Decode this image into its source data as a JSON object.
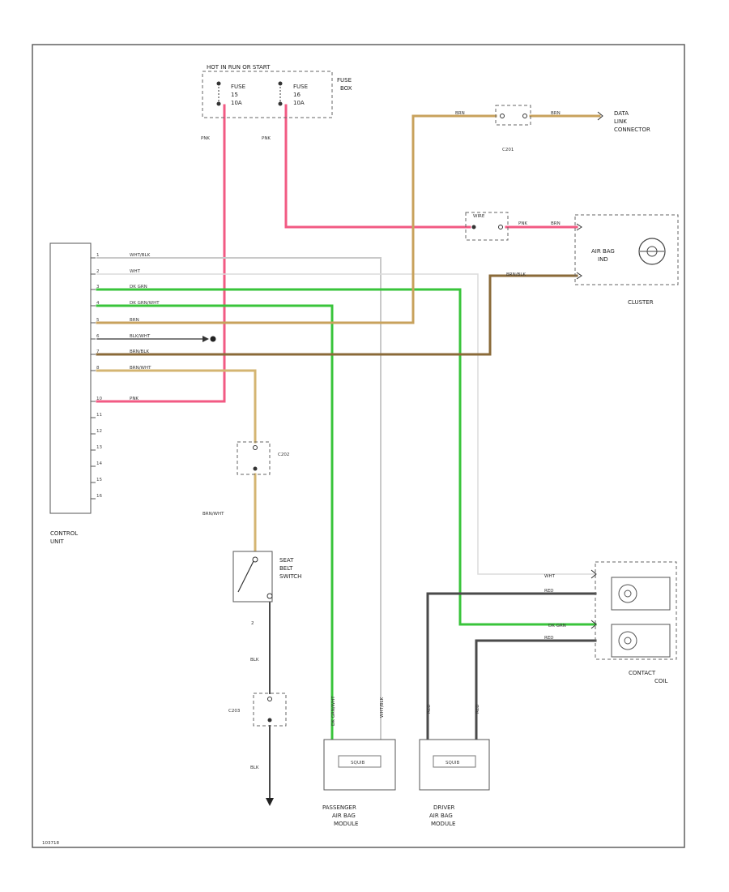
{
  "diagram_id": "103718",
  "fuse_box": {
    "label": "HOT IN RUN OR START",
    "fuse1": [
      "FUSE",
      "15",
      "10A"
    ],
    "fuse2": [
      "FUSE",
      "16",
      "10A"
    ],
    "side": [
      "FUSE",
      "BOX"
    ],
    "wire1": "PNK",
    "wire2": "PNK"
  },
  "control_unit": {
    "label": [
      "CONTROL",
      "UNIT"
    ],
    "pins": [
      {
        "n": "1",
        "wire": "WHT/BLK"
      },
      {
        "n": "2",
        "wire": "WHT"
      },
      {
        "n": "3",
        "wire": "DK GRN"
      },
      {
        "n": "4",
        "wire": "DK GRN/WHT"
      },
      {
        "n": "5",
        "wire": "BRN"
      },
      {
        "n": "6",
        "wire": "BLK/WHT"
      },
      {
        "n": "7",
        "wire": "BRN/BLK"
      },
      {
        "n": "8",
        "wire": "BRN/WHT"
      },
      {
        "n": "10",
        "wire": "PNK"
      },
      {
        "n": "11",
        "wire": ""
      },
      {
        "n": "12",
        "wire": ""
      },
      {
        "n": "13",
        "wire": ""
      },
      {
        "n": "14",
        "wire": ""
      },
      {
        "n": "15",
        "wire": ""
      },
      {
        "n": "16",
        "wire": ""
      }
    ]
  },
  "connectors": {
    "c201": "C201",
    "c202": "C202",
    "c203": "C203",
    "c_lamp": "WIRE"
  },
  "data_link": {
    "label": [
      "DATA",
      "LINK",
      "CONNECTOR"
    ],
    "wire_left": "BRN",
    "wire_right": "BRN"
  },
  "airbag_lamp": {
    "label": [
      "AIR BAG",
      "IND"
    ],
    "cluster": "CLUSTER",
    "wire_in1": "PNK",
    "wire_in2": "BRN",
    "wire_in3": "BRN/BLK"
  },
  "seat_belt": {
    "label": [
      "SEAT",
      "BELT",
      "SWITCH"
    ],
    "wire_top": "BRN/WHT",
    "pin": "2",
    "wire_bottom1": "BLK",
    "wire_bottom2": "BLK"
  },
  "contact_coil": {
    "label": [
      "CONTACT",
      "COIL"
    ],
    "wire1": "WHT",
    "wire2": "RED",
    "wire3": "DK GRN",
    "wire4": "RED"
  },
  "passenger_module": {
    "label": [
      "PASSENGER",
      "AIR BAG",
      "MODULE"
    ],
    "inner": "SQUIB",
    "wire1": "DK GRN/WHT",
    "wire2": "WHT/BLK"
  },
  "driver_module": {
    "label": [
      "DRIVER",
      "AIR BAG",
      "MODULE"
    ],
    "inner": "SQUIB",
    "wire1": "RED",
    "wire2": "RED"
  },
  "colors": {
    "pink": "#f25a83",
    "tan": "#c8a25c",
    "brown": "#8a6a38",
    "green": "#39c43b",
    "gray": "#c9c9c9",
    "dark": "#4a4a4a"
  }
}
